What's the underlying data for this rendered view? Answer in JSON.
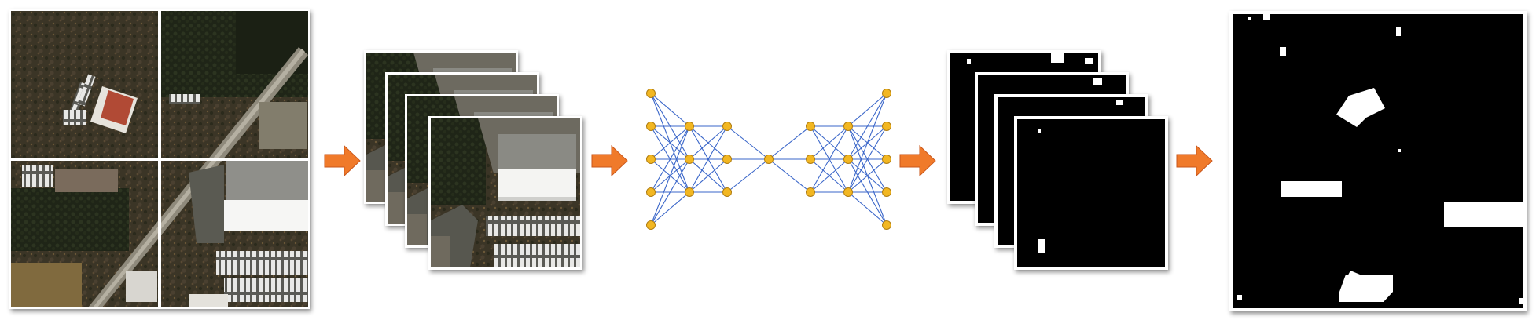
{
  "colors": {
    "background": "#ffffff",
    "arrow": "#f07a2a",
    "arrow_stroke": "#c9561a",
    "node_fill": "#f2b722",
    "node_stroke": "#b07d10",
    "edge": "#3a66c9",
    "mask_bg": "#000000",
    "mask_fg": "#ffffff",
    "frame": "#ffffff"
  },
  "stages": [
    {
      "id": "input-image",
      "description_icon": "aerial-image-grid-icon"
    },
    {
      "id": "image-tiles",
      "description_icon": "image-stack-icon"
    },
    {
      "id": "network",
      "description_icon": "encoder-decoder-network-icon"
    },
    {
      "id": "mask-tiles",
      "description_icon": "mask-stack-icon"
    },
    {
      "id": "output-mask",
      "description_icon": "building-mask-icon"
    }
  ],
  "network": {
    "layers": [
      5,
      3,
      3,
      1,
      3,
      3,
      5
    ]
  }
}
